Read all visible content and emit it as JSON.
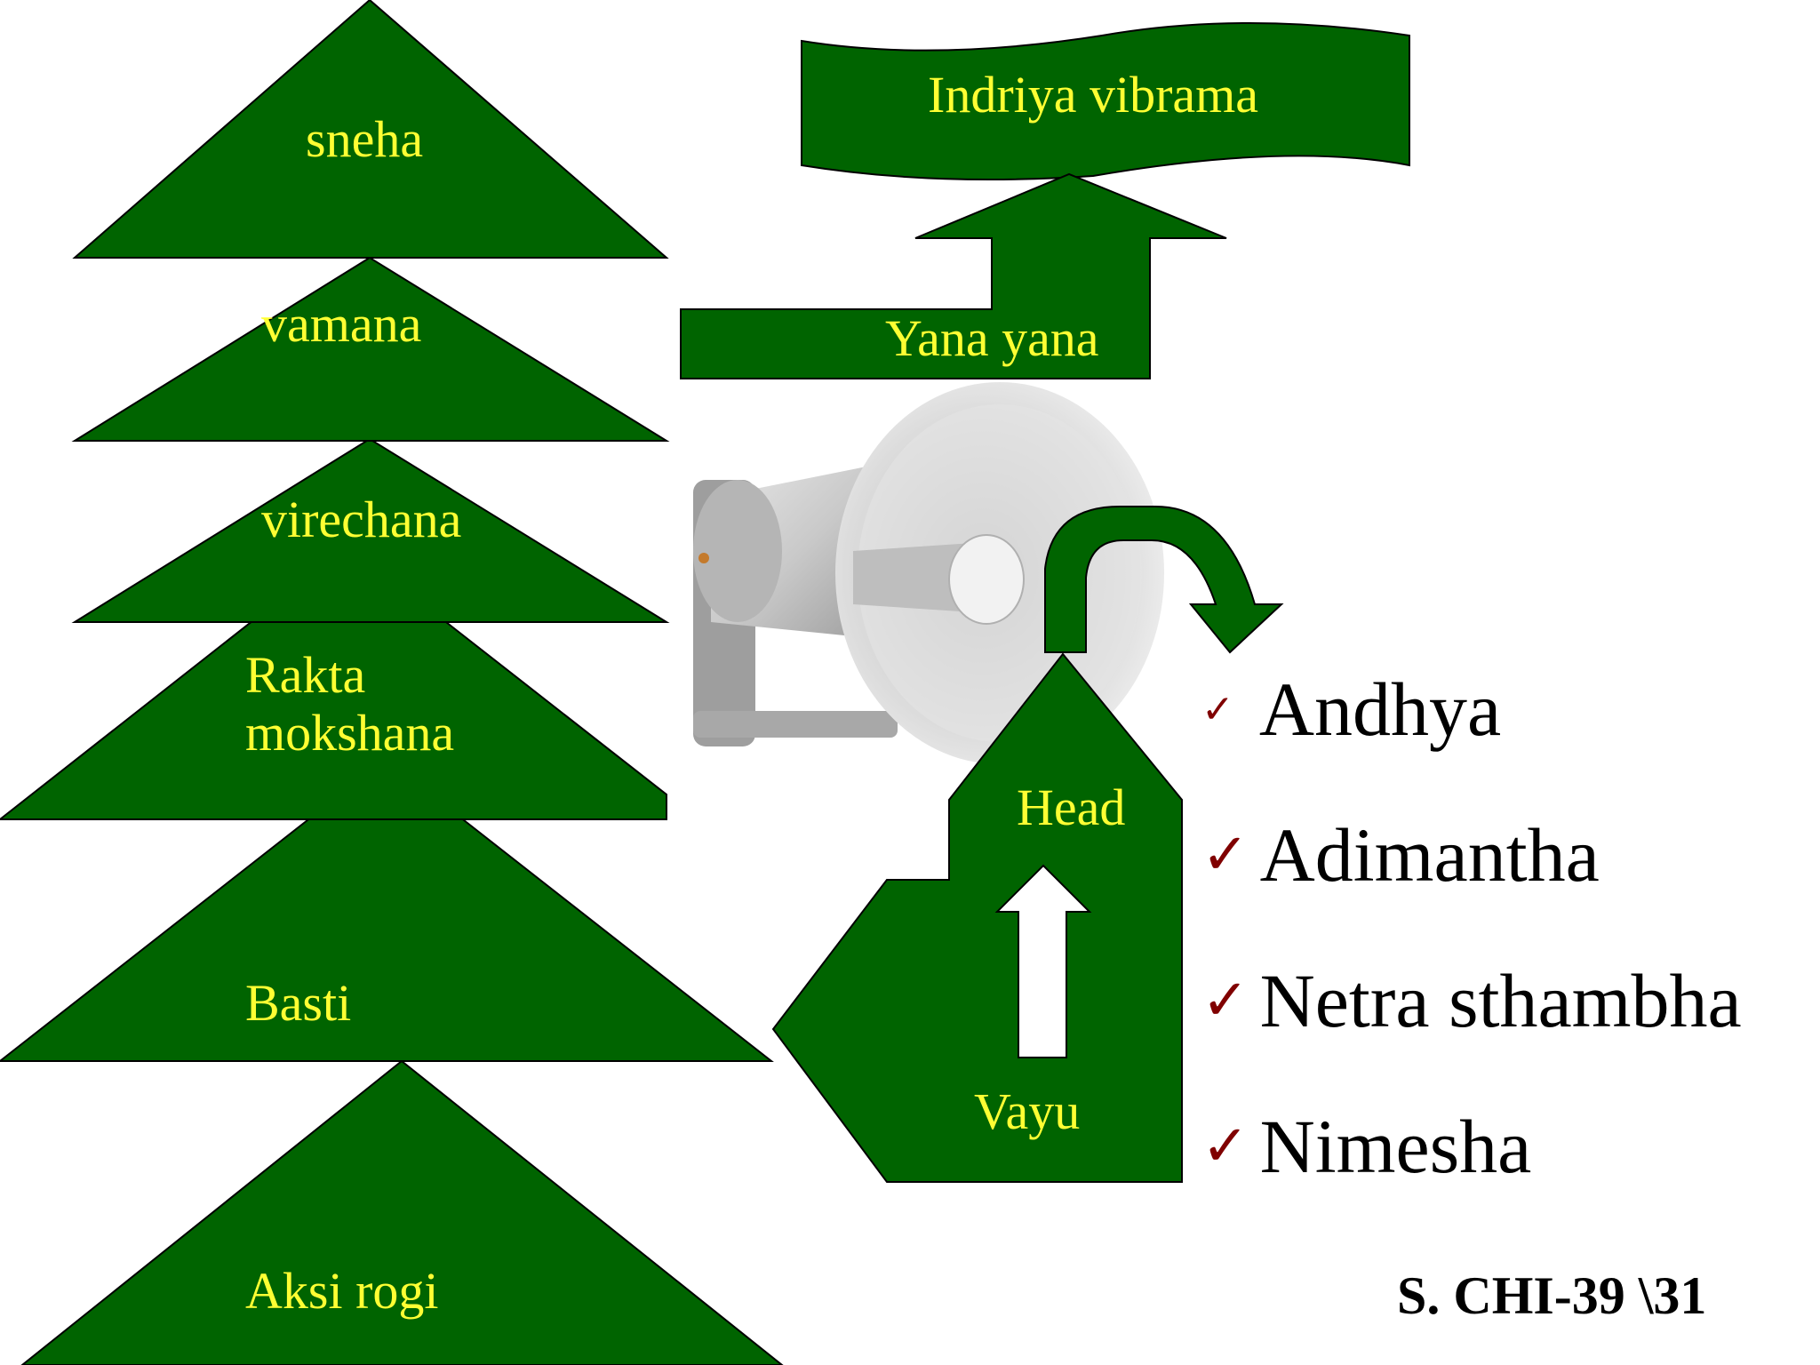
{
  "colors": {
    "shape_fill": "#006400",
    "label_text": "#ffff33",
    "check": "#800000"
  },
  "pyramid": {
    "sneha": "sneha",
    "vamana": "vamana",
    "virechana": "virechana",
    "rakta_line1": "Rakta",
    "rakta_line2": "mokshana",
    "basti": "Basti",
    "aksi_rogi": "Aksi rogi"
  },
  "flow": {
    "banner": "Indriya vibrama",
    "arrow_label": "Yana yana",
    "head": "Head",
    "vayu": "Vayu"
  },
  "speaker_image": "loudspeaker-horn",
  "symptoms": [
    {
      "icon": "check-icon",
      "label": "Andhya"
    },
    {
      "icon": "check-icon",
      "label": "Adimantha"
    },
    {
      "icon": "check-icon",
      "label": "Netra sthambha"
    },
    {
      "icon": "check-icon",
      "label": "Nimesha"
    }
  ],
  "reference": "S. CHI-39 \\31"
}
